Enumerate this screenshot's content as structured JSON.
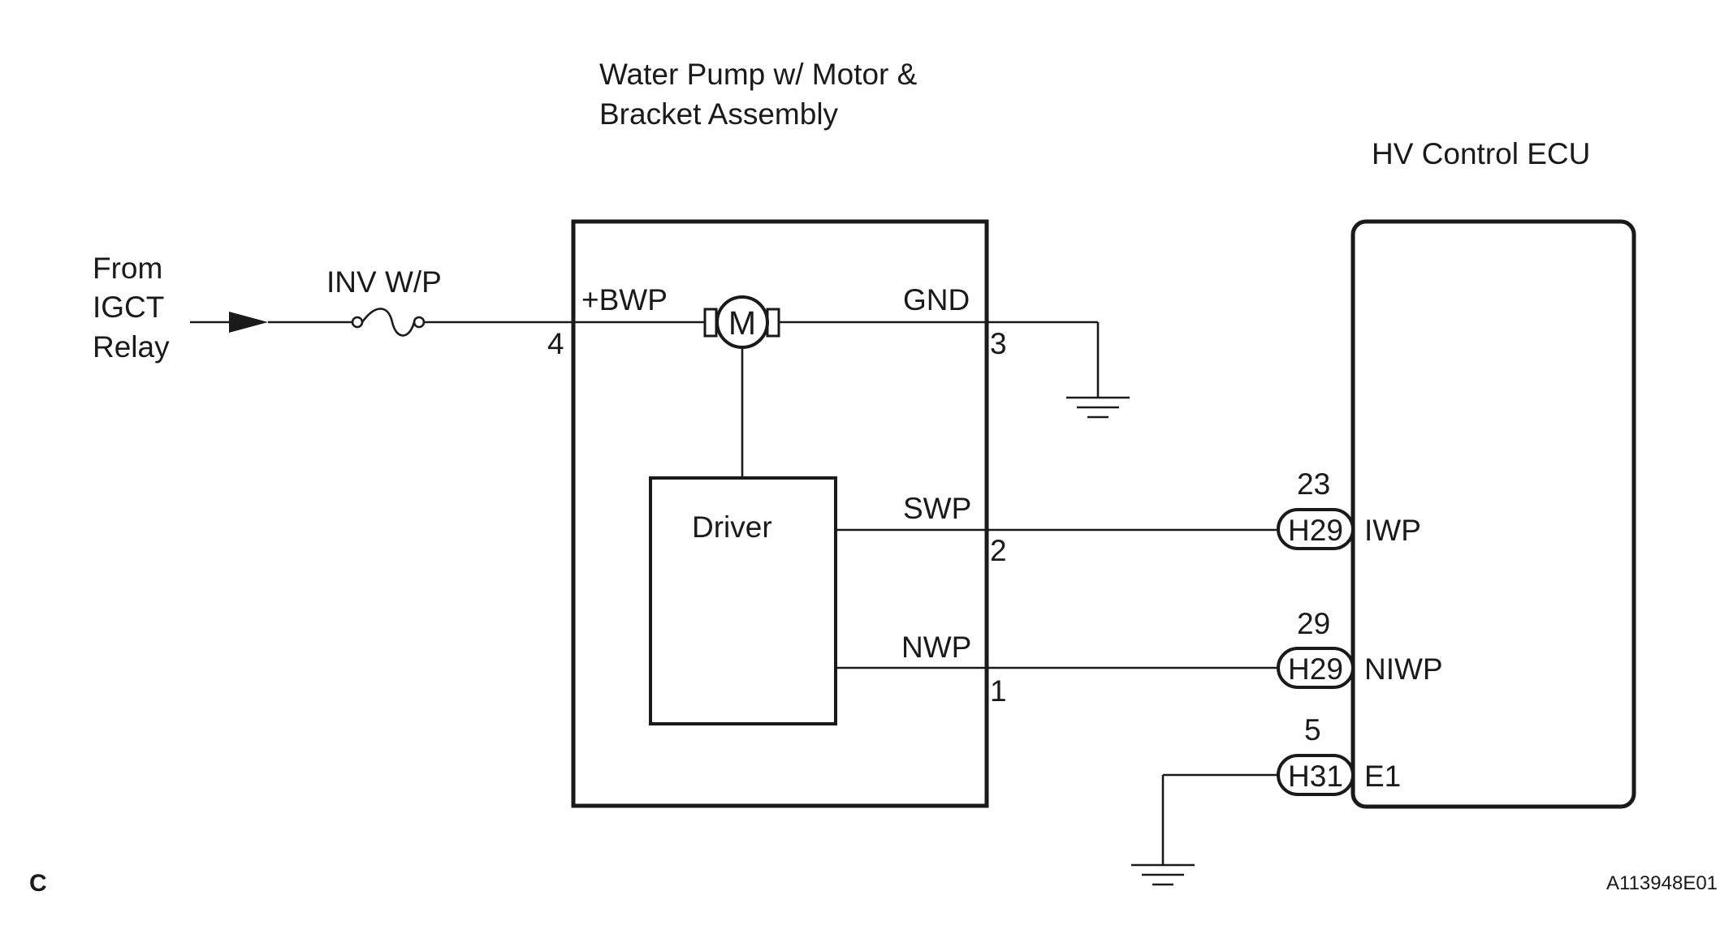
{
  "source_label": [
    "From",
    "IGCT",
    "Relay"
  ],
  "fuse_label": "INV W/P",
  "pump_title": [
    "Water Pump w/ Motor &",
    "Bracket Assembly"
  ],
  "ecu_title": "HV Control ECU",
  "motor_symbol": "M",
  "driver_label": "Driver",
  "pump_pins": {
    "bwp": {
      "name": "+BWP",
      "number": "4"
    },
    "gnd": {
      "name": "GND",
      "number": "3"
    },
    "swp": {
      "name": "SWP",
      "number": "2"
    },
    "nwp": {
      "name": "NWP",
      "number": "1"
    }
  },
  "ecu_pins": [
    {
      "pin": "23",
      "connector": "H29",
      "signal": "IWP"
    },
    {
      "pin": "29",
      "connector": "H29",
      "signal": "NIWP"
    },
    {
      "pin": "5",
      "connector": "H31",
      "signal": "E1"
    }
  ],
  "corner_label": "C",
  "figure_id": "A113948E01"
}
